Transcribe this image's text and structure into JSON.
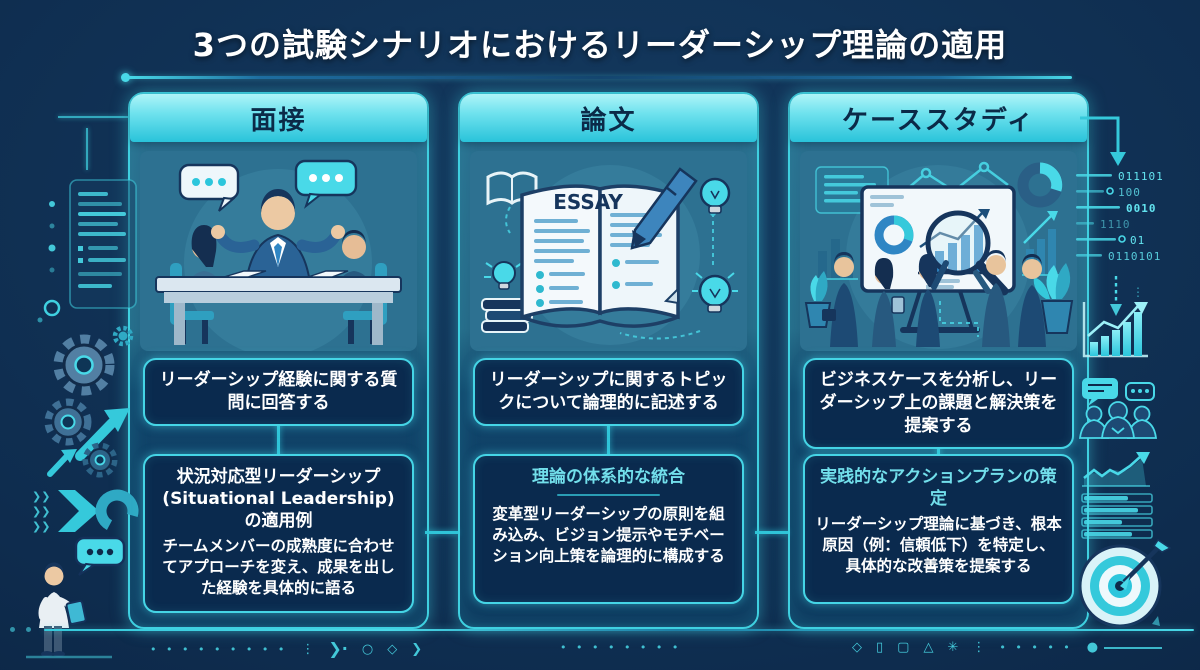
{
  "title": "3つの試験シナリオにおけるリーダーシップ理論の適用",
  "columns": [
    {
      "header": "面接",
      "box1": "リーダーシップ経験に関する質問に回答する",
      "box2_heading": "状況対応型リーダーシップ (Situational Leadership) の適用例",
      "box2_body": "チームメンバーの成熟度に合わせてアプローチを変え、成果を出した経験を具体的に語る"
    },
    {
      "header": "論文",
      "box1": "リーダーシップに関するトピックについて論理的に記述する",
      "box2_heading": "理論の体系的な統合",
      "box2_body": "変革型リーダーシップの原則を組み込み、ビジョン提示やモチベーション向上策を論理的に構成する"
    },
    {
      "header": "ケーススタディ",
      "box1": "ビジネスケースを分析し、リーダーシップ上の課題と解決策を提案する",
      "box2_heading": "実践的なアクションプランの策定",
      "box2_body": "リーダーシップ理論に基づき、根本原因（例：信頼低下）を特定し、具体的な改善策を提案する"
    }
  ],
  "illustrations": {
    "essay_label": "ESSAY"
  },
  "right_margin": {
    "binary": [
      "011101",
      "100",
      "0010",
      "1110",
      "01",
      "0110101"
    ]
  },
  "footer": {
    "dots_a": "• • • • • • • • •",
    "sep_a": "⋮",
    "symbols_left": [
      "❯·",
      "○",
      "◇",
      "❯"
    ],
    "dots_b": "• • • • • • • •",
    "symbols_right": [
      "◇",
      "▯",
      "▢",
      "△",
      "✳",
      "⋮",
      "• • • • •",
      "●"
    ]
  },
  "colors": {
    "background": "#0e2c4e",
    "accent": "#49d9e8",
    "card_border": "#3fd0e0",
    "header_top": "#aef4f8",
    "header_bottom": "#29c3da",
    "box_background": "#0a2a4e",
    "cyan_heading": "#72dfeb",
    "text": "#ffffff"
  }
}
